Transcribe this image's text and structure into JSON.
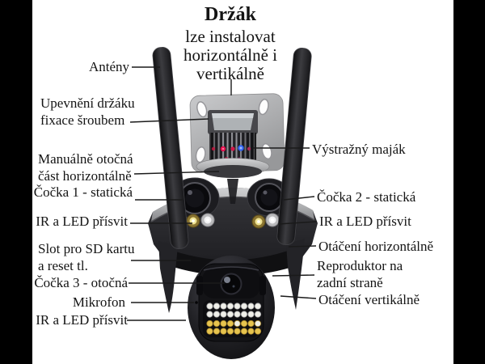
{
  "header": {
    "title": "Držák",
    "subtitle_lines": [
      "lze instalovat",
      "horizontálně i",
      "vertikálně"
    ]
  },
  "labels": {
    "left": [
      {
        "id": "antennas",
        "lines": [
          "Antény"
        ]
      },
      {
        "id": "bracket-fixing",
        "lines": [
          "Upevnění držáku",
          "fixace šroubem"
        ]
      },
      {
        "id": "manual-rotation",
        "lines": [
          "Manuálně otočná",
          "část horizontálně"
        ]
      },
      {
        "id": "lens-1-static",
        "lines": [
          "Čočka 1 - statická"
        ]
      },
      {
        "id": "ir-led-left",
        "lines": [
          "IR a LED přísvit"
        ]
      },
      {
        "id": "sd-slot-reset",
        "lines": [
          "Slot pro SD kartu",
          "a reset tl."
        ]
      },
      {
        "id": "lens-3-rotating",
        "lines": [
          "Čočka 3 - otočná"
        ]
      },
      {
        "id": "microphone",
        "lines": [
          "Mikrofon"
        ]
      },
      {
        "id": "ir-led-bottom-left",
        "lines": [
          "IR a LED přísvit"
        ]
      }
    ],
    "right": [
      {
        "id": "warning-beacon",
        "lines": [
          "Výstražný maják"
        ]
      },
      {
        "id": "lens-2-static",
        "lines": [
          "Čočka 2 - statická"
        ]
      },
      {
        "id": "ir-led-right",
        "lines": [
          "IR a LED přísvit"
        ]
      },
      {
        "id": "horizontal-rotation",
        "lines": [
          "Otáčení horizontálně"
        ]
      },
      {
        "id": "rear-speaker",
        "lines": [
          "Reproduktor na",
          "zadní straně"
        ]
      },
      {
        "id": "vertical-rotation",
        "lines": [
          "Otáčení vertikálně"
        ]
      }
    ]
  },
  "colors": {
    "background": "#ffffff",
    "letterbox": "#000000",
    "text": "#141414",
    "leader_line": "#1a1a1a",
    "camera_body": "#28282c",
    "camera_silver": "#b9babc",
    "bracket_plate": "#b0b0b2",
    "beacon_red": "#e81050",
    "beacon_blue": "#2e62f0",
    "led_amber": "#e7c44e",
    "led_white": "#efefe9"
  }
}
